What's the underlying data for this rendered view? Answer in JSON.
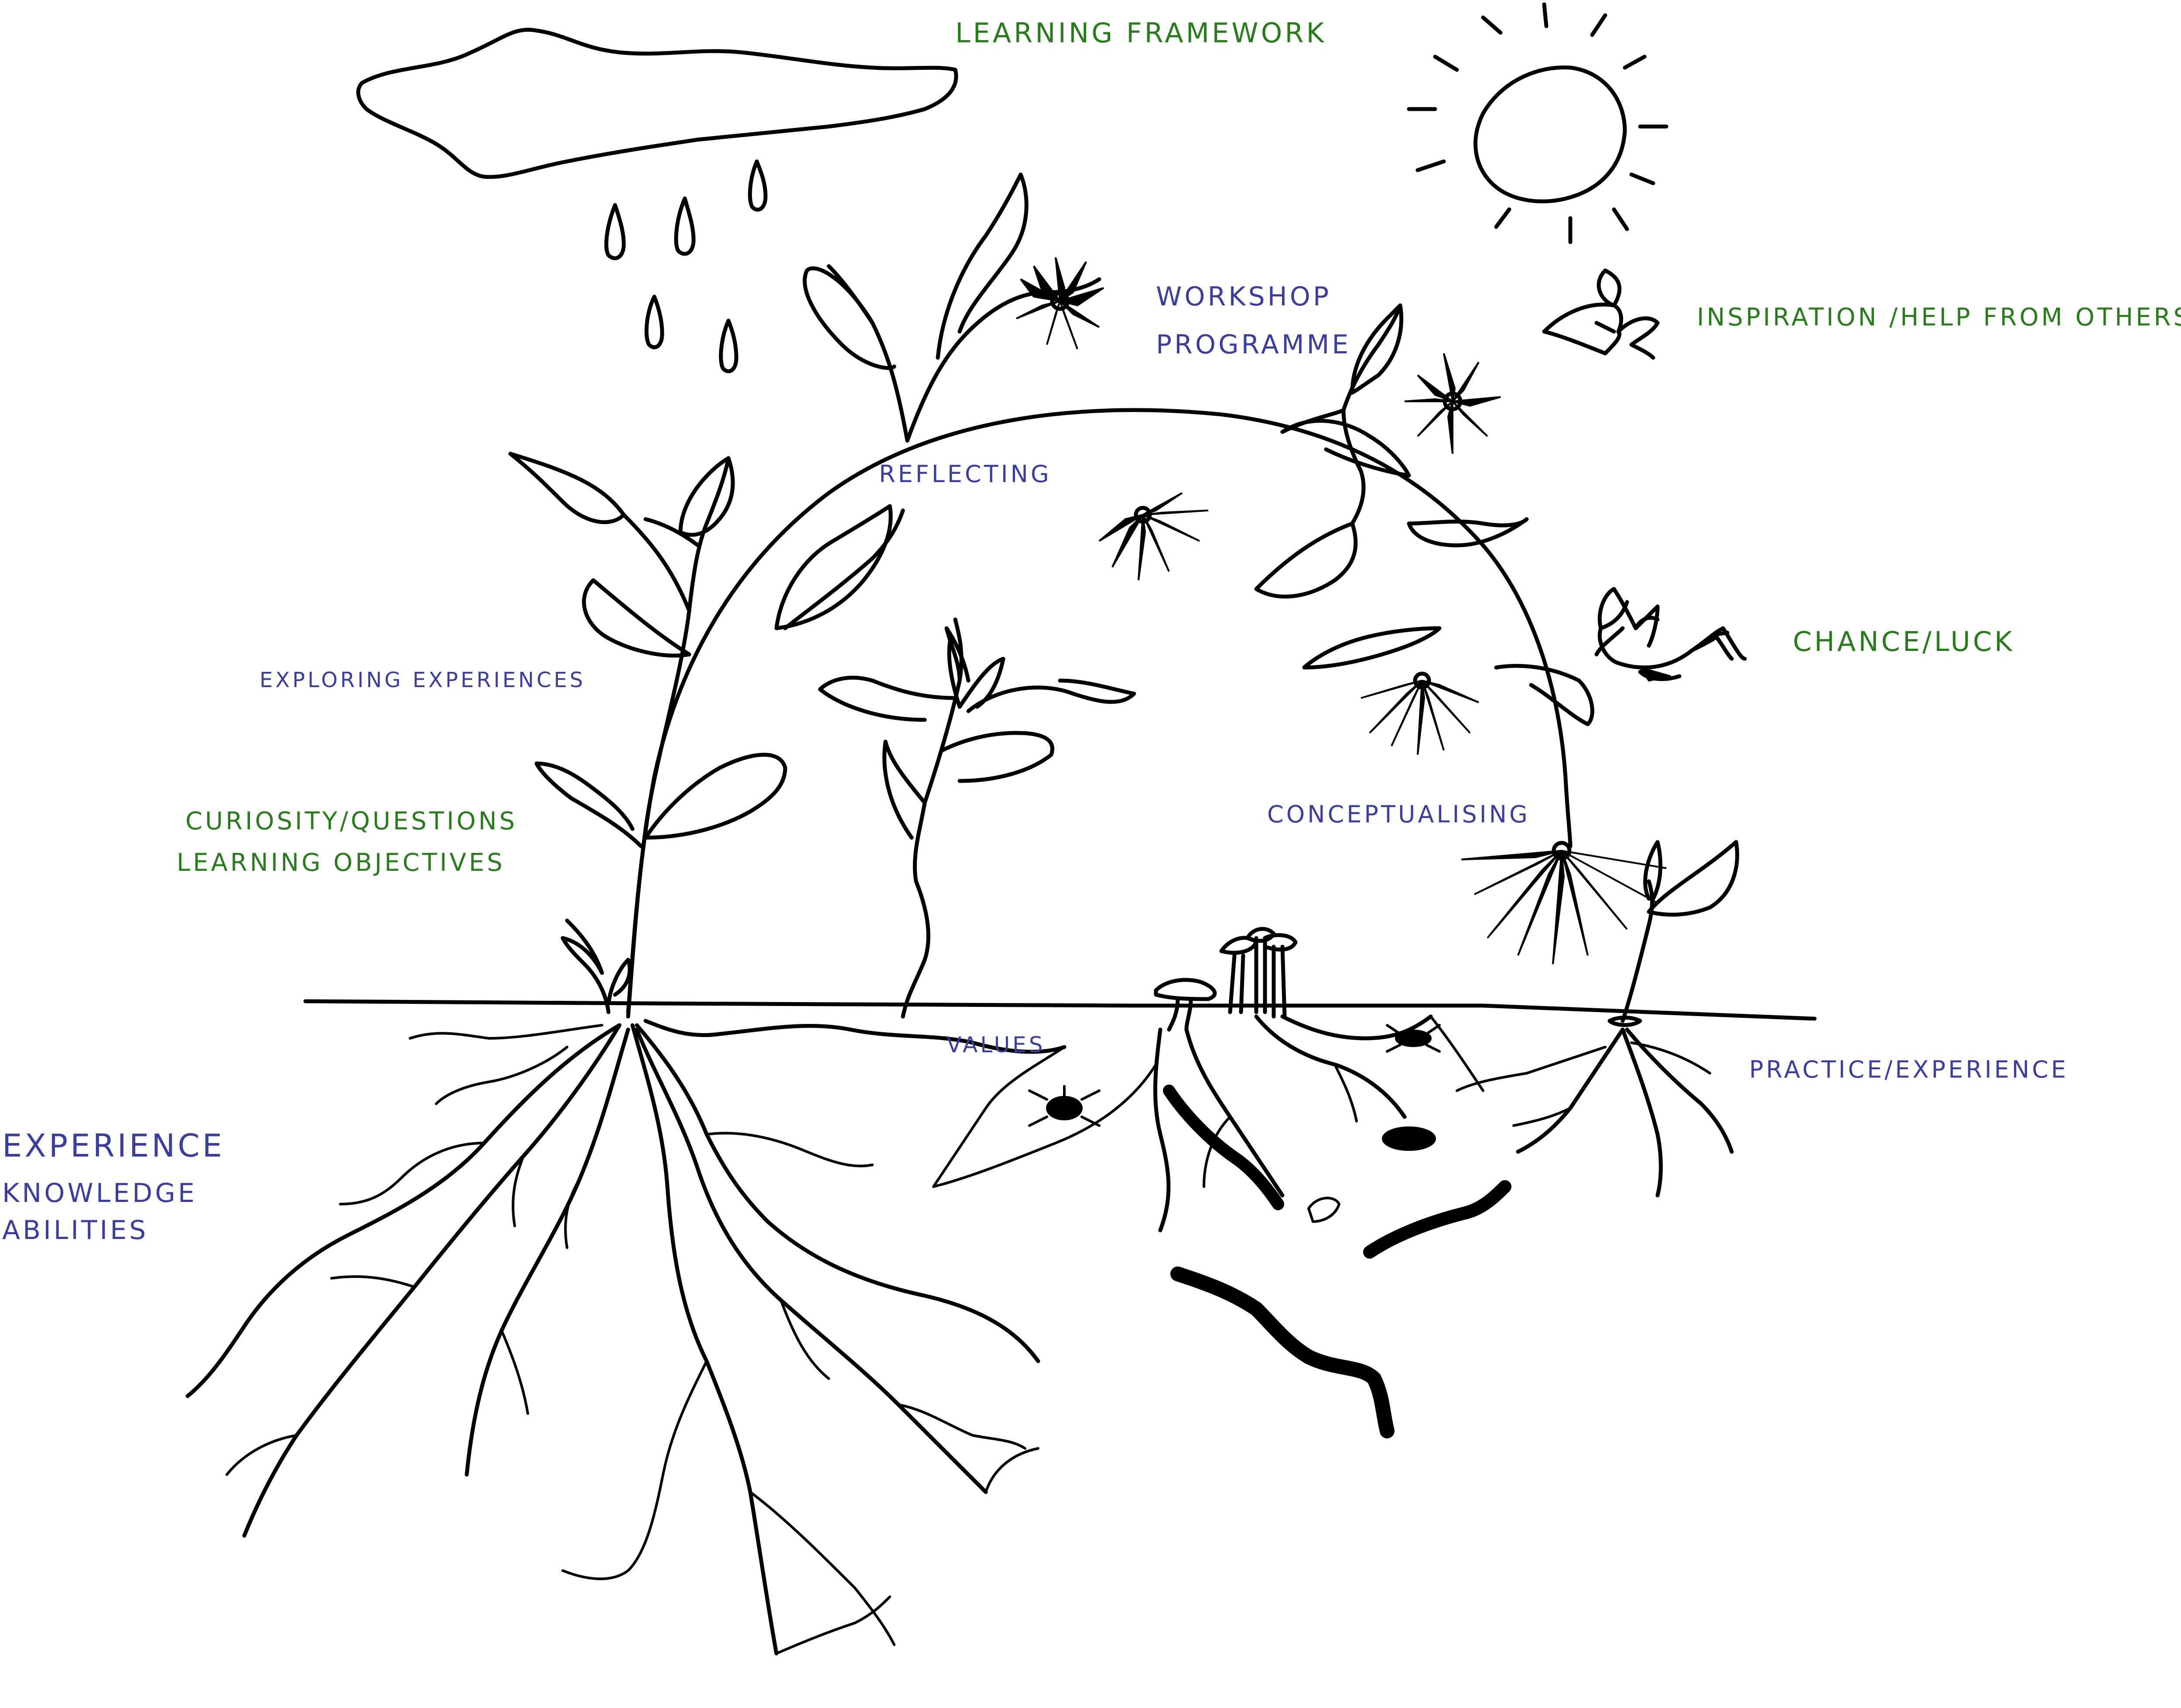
{
  "labels": {
    "learning_framework": "LEARNING FRAMEWORK",
    "workshop_programme_line1": "WORKSHOP",
    "workshop_programme_line2": "PROGRAMME",
    "inspiration": "INSPIRATION /HELP FROM OTHERS",
    "reflecting": "REFLECTING",
    "exploring": "EXPLORING EXPERIENCES",
    "chance": "CHANCE/LUCK",
    "curiosity": "CURIOSITY/QUESTIONS",
    "learning_objectives": "LEARNING OBJECTIVES",
    "conceptualising": "CONCEPTUALISING",
    "values": "VALUES",
    "practice": "PRACTICE/EXPERIENCE",
    "experience": "EXPERIENCE",
    "knowledge": "KNOWLEDGE",
    "abilities": "ABILITIES"
  },
  "colors": {
    "green_text": "#2a7a1e",
    "blue_text": "#3b3f9a",
    "ink": "#000000"
  },
  "icons": [
    "cloud-icon",
    "raindrop-icon",
    "sun-icon",
    "butterfly-icon",
    "bird-icon",
    "flower-icon",
    "leaf-icon",
    "mushroom-icon",
    "worm-icon",
    "beetle-icon",
    "root-icon"
  ]
}
